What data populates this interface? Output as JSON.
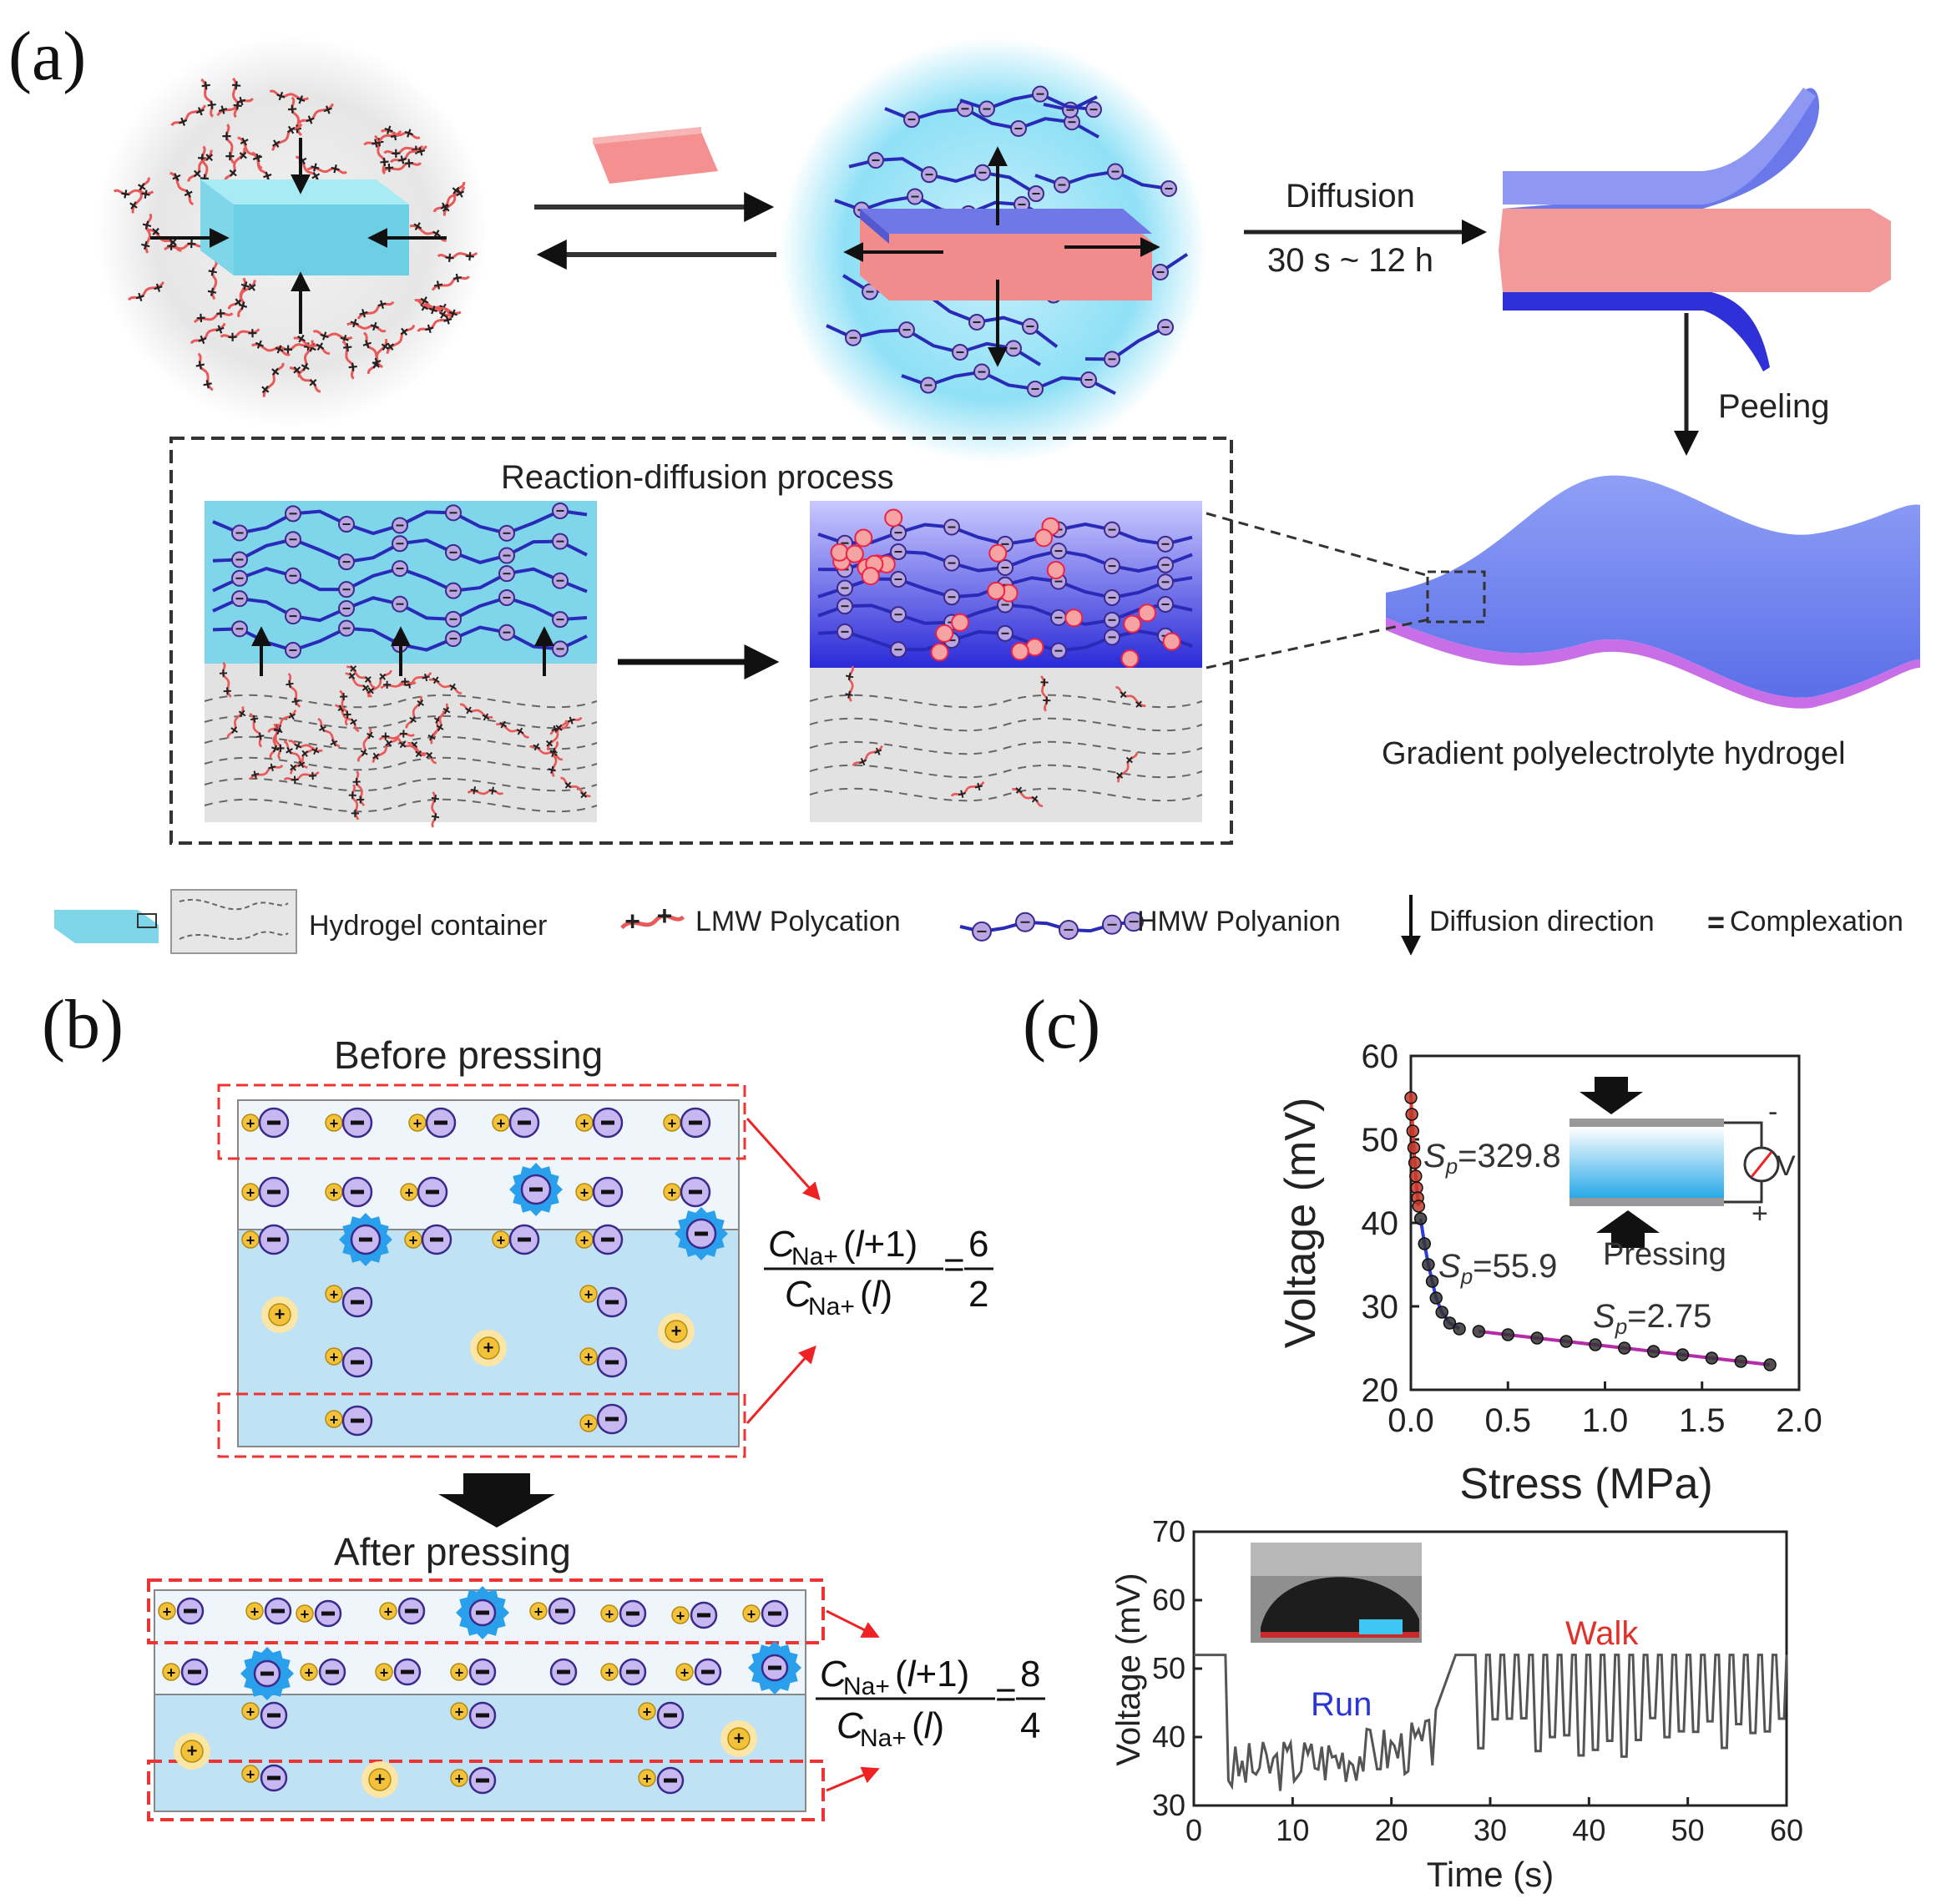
{
  "panels": {
    "a": "(a)",
    "b": "(b)",
    "c": "(c)"
  },
  "a": {
    "diffusion": "Diffusion",
    "time_range": "30 s ~ 12 h",
    "peeling": "Peeling",
    "box_title": "Reaction-diffusion process",
    "gradient_label": "Gradient polyelectrolyte hydrogel",
    "legend": {
      "container": "Hydrogel container",
      "polycation": "LMW  Polycation",
      "polyanion": "HMW Polyanion",
      "direction": "Diffusion direction",
      "complexation": "Complexation"
    }
  },
  "b": {
    "before": "Before pressing",
    "after": "After pressing",
    "ratio1": {
      "num": "6",
      "den": "2"
    },
    "ratio2": {
      "num": "8",
      "den": "4"
    }
  },
  "c": {
    "inset_label": "Pressing",
    "annotations": [
      "329.8",
      "55.9",
      "2.75"
    ],
    "meter": "V",
    "chart_data": [
      {
        "type": "scatter",
        "xlabel": "Stress (MPa)",
        "ylabel": "Voltage (mV)",
        "xlim": [
          0.0,
          2.0
        ],
        "ylim": [
          20,
          60
        ],
        "xticks": [
          "0.0",
          "0.5",
          "1.0",
          "1.5",
          "2.0"
        ],
        "yticks": [
          "20",
          "30",
          "40",
          "50",
          "60"
        ],
        "series": [
          {
            "color": "#e8392b",
            "x": [
              0.0,
              0.005,
              0.01,
              0.015,
              0.02,
              0.025,
              0.03,
              0.035,
              0.04
            ],
            "y": [
              55.0,
              53.0,
              51.0,
              49.0,
              47.2,
              45.6,
              44.2,
              43.0,
              42.0
            ]
          },
          {
            "color": "#2b3fd6",
            "x": [
              0.05,
              0.07,
              0.09,
              0.11,
              0.13,
              0.16,
              0.2,
              0.25
            ],
            "y": [
              40.5,
              37.5,
              35.0,
              33.0,
              31.0,
              29.3,
              28.0,
              27.3
            ]
          },
          {
            "color": "#b52aa6",
            "x": [
              0.35,
              0.5,
              0.65,
              0.8,
              0.95,
              1.1,
              1.25,
              1.4,
              1.55,
              1.7,
              1.85
            ],
            "y": [
              27.0,
              26.6,
              26.2,
              25.8,
              25.4,
              25.0,
              24.6,
              24.2,
              23.8,
              23.4,
              23.0
            ]
          }
        ]
      },
      {
        "type": "line",
        "xlabel": "Time (s)",
        "ylabel": "Voltage (mV)",
        "xlim": [
          0,
          60
        ],
        "ylim": [
          30,
          70
        ],
        "xticks": [
          "0",
          "10",
          "20",
          "30",
          "40",
          "50",
          "60"
        ],
        "yticks": [
          "30",
          "40",
          "50",
          "60",
          "70"
        ],
        "annotations": {
          "run": "Run",
          "walk": "Walk"
        },
        "segments": [
          {
            "x": [
              0,
              3.2
            ],
            "y": [
              52,
              52
            ]
          },
          {
            "x_start": 3.5,
            "x_end": 24.5,
            "y_low": 31,
            "y_high": 42,
            "pattern": "noise"
          },
          {
            "x": [
              24.5,
              26.5,
              28.5
            ],
            "y": [
              44,
              52,
              52
            ]
          },
          {
            "x_start": 28.5,
            "x_end": 60,
            "y_low": 37,
            "y_high": 52,
            "pattern": "square"
          }
        ]
      }
    ]
  }
}
